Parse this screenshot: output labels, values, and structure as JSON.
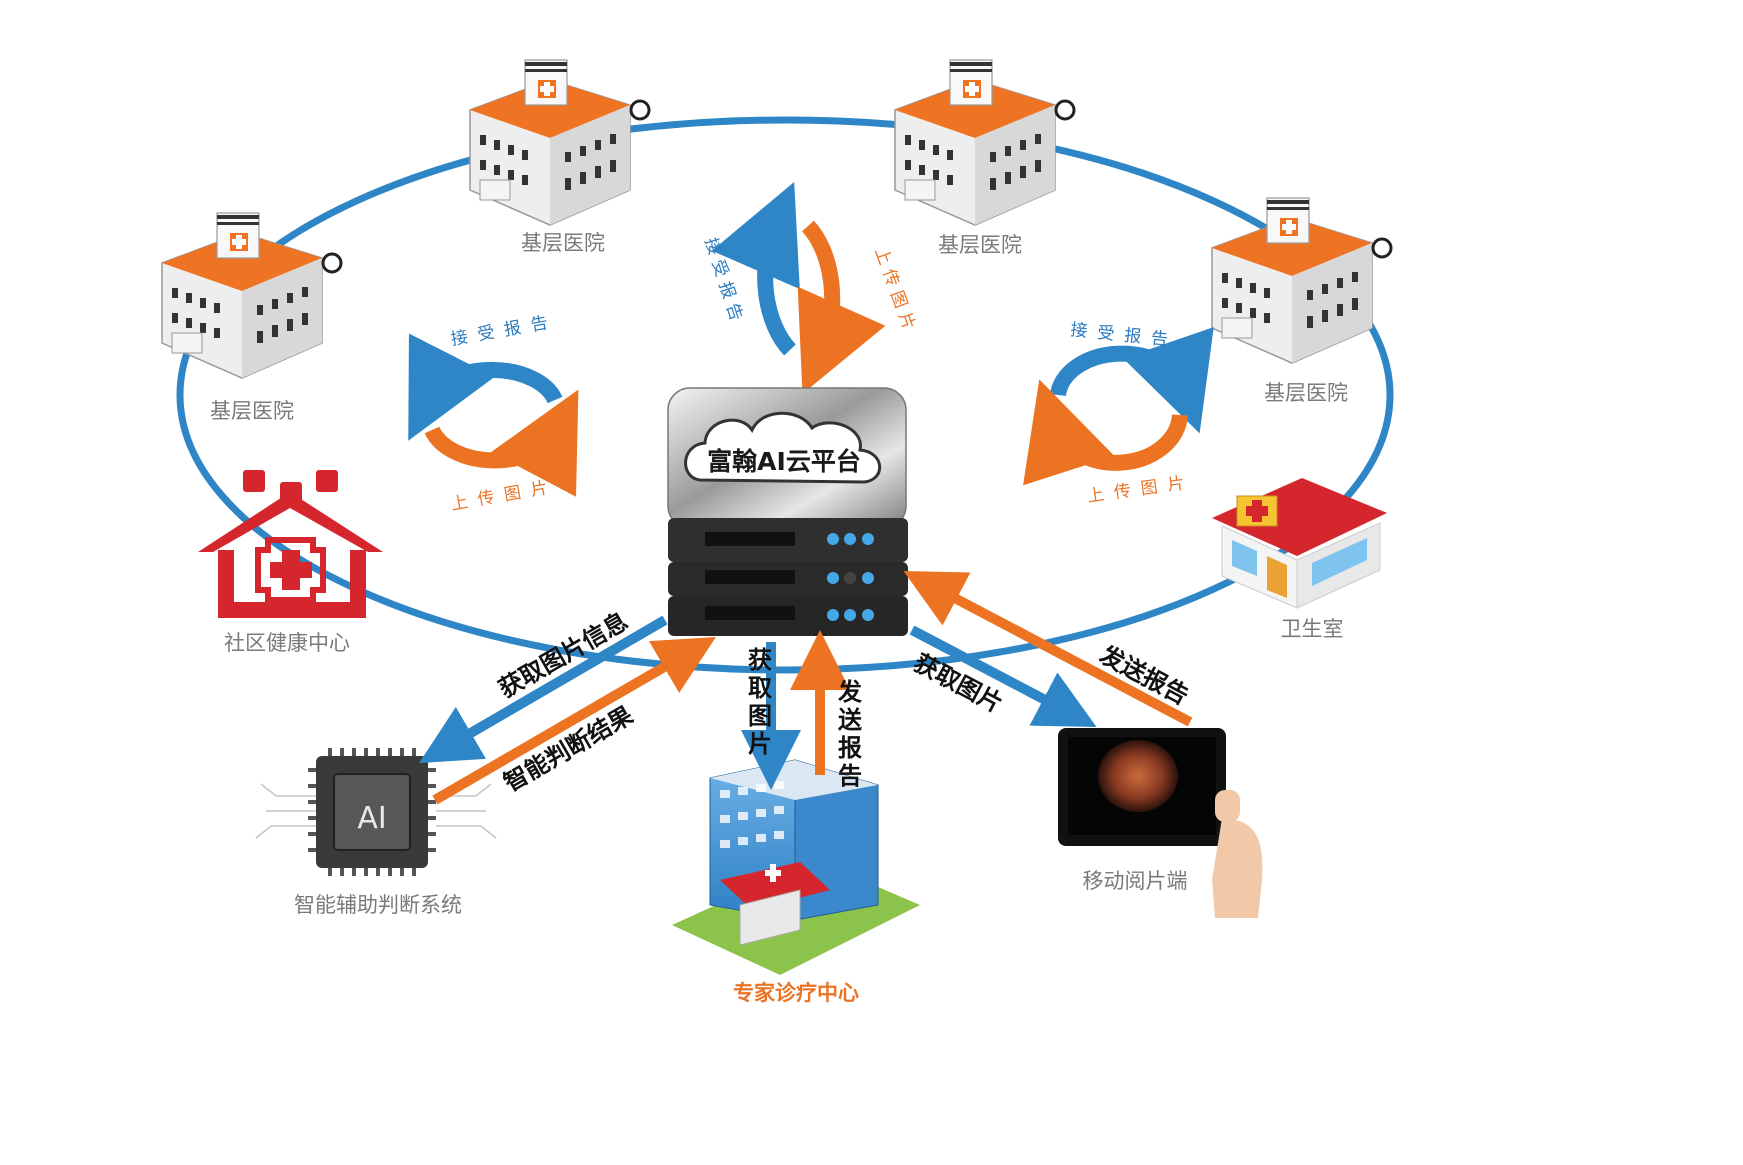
{
  "colors": {
    "blue": "#2f86c6",
    "orange": "#ec7322",
    "red": "#d6262d",
    "gray_label": "#7a7a7a"
  },
  "platform": {
    "label": "富翰AI云平台",
    "icon": "cloud-server-icon"
  },
  "nodes": {
    "hospital_top_left": "基层医院",
    "hospital_top_right": "基层医院",
    "hospital_left": "基层医院",
    "hospital_right": "基层医院",
    "community_center": "社区健康中心",
    "clinic": "卫生室",
    "ai_system": "智能辅助判断系统",
    "expert_center": "专家诊疗中心",
    "mobile": "移动阅片端"
  },
  "cycles": {
    "receive": "接受报告",
    "upload": "上传图片"
  },
  "ai_chip": {
    "text": "AI"
  },
  "flows": {
    "get_image_info": "获取图片信息",
    "ai_result": "智能判断结果",
    "get_images_down": "获取图片",
    "send_report_up": "发送报告",
    "get_images_mobile": "获取图片",
    "send_report_mobile": "发送报告"
  }
}
